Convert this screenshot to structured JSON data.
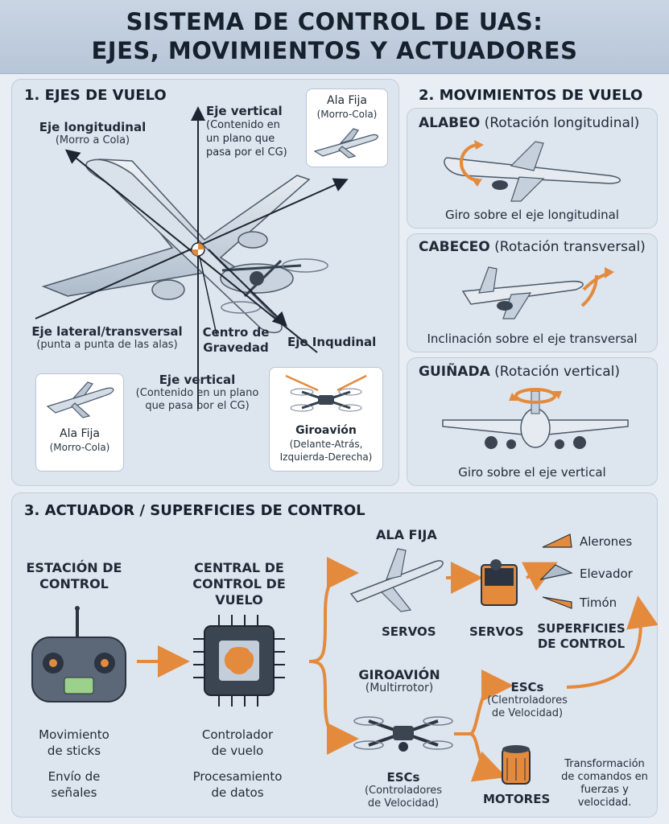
{
  "title": {
    "line1": "SISTEMA DE CONTROL DE UAS:",
    "line2": "EJES, MOVIMIENTOS Y ACTUADORES"
  },
  "axes_section": {
    "title": "1. EJES DE VUELO",
    "longitudinal": {
      "name": "Eje longitudinal",
      "desc": "(Morro a Cola)"
    },
    "vertical_top": {
      "name": "Eje vertical",
      "desc1": "(Contenido en",
      "desc2": "un plano que",
      "desc3": "pasa por el CG)"
    },
    "lateral": {
      "name": "Eje lateral/transversal",
      "desc": "(punta a punta de las alas)"
    },
    "cg": {
      "line1": "Centro de",
      "line2": "Gravedad"
    },
    "inqudinal": "Eje Inqudinal",
    "vertical_bottom": {
      "name": "Eje vertical",
      "desc1": "(Contenido en un plano",
      "desc2": "que pasa por el CG)"
    },
    "card_top": {
      "name": "Ala Fija",
      "desc": "(Morro-Cola)"
    },
    "card_left": {
      "name": "Ala Fija",
      "desc": "(Morro-Cola)"
    },
    "card_drone": {
      "name": "Giroavión",
      "desc1": "(Delante-Atrás,",
      "desc2": "Izquierda-Derecha)"
    }
  },
  "movements_section": {
    "title": "2. MOVIMIENTOS DE VUELO",
    "items": [
      {
        "name": "ALABEO",
        "detail": " (Rotación longitudinal)",
        "caption": "Giro sobre el eje longitudinal"
      },
      {
        "name": "CABECEO",
        "detail": " (Rotación transversal)",
        "caption": "Inclinación sobre el eje transversal"
      },
      {
        "name": "GUIÑADA",
        "detail": " (Rotación vertical)",
        "caption": "Giro sobre el eje vertical"
      }
    ]
  },
  "actuators_section": {
    "title": "3. ACTUADOR / SUPERFICIES DE CONTROL",
    "station": {
      "title1": "ESTACIÓN DE",
      "title2": "CONTROL",
      "text1": "Movimiento",
      "text2": "de sticks",
      "text3": "Envío de",
      "text4": "señales"
    },
    "fc": {
      "title1": "CENTRAL DE",
      "title2": "CONTROL DE VUELO",
      "text1": "Controlador",
      "text2": "de vuelo",
      "text3": "Procesamiento",
      "text4": "de datos"
    },
    "fixed_wing": {
      "title": "ALA FIJA",
      "servos1": "SERVOS",
      "servos2": "SERVOS"
    },
    "surfaces": {
      "title1": "SUPERFICIES",
      "title2": "DE CONTROL",
      "items": [
        "Alerones",
        "Elevador",
        "Timón"
      ]
    },
    "multirotor": {
      "title": "GIROAVIÓN",
      "subtitle": "(Multirrotor)",
      "esc_title": "ESCs",
      "esc_desc1": "(Controladores",
      "esc_desc2": "de Velocidad)"
    },
    "esc_right": {
      "title": "ESCs",
      "desc1": "(Clentroladores",
      "desc2": "de Velocidad)"
    },
    "motors": "MOTORES",
    "transform": {
      "line1": "Transformación",
      "line2": "de comandos en",
      "line3": "fuerzas y",
      "line4": "velocidad."
    }
  },
  "colors": {
    "accent_orange": "#e48a3c",
    "panel": "#dde5ee",
    "title_bar": "#c1cfe0"
  }
}
